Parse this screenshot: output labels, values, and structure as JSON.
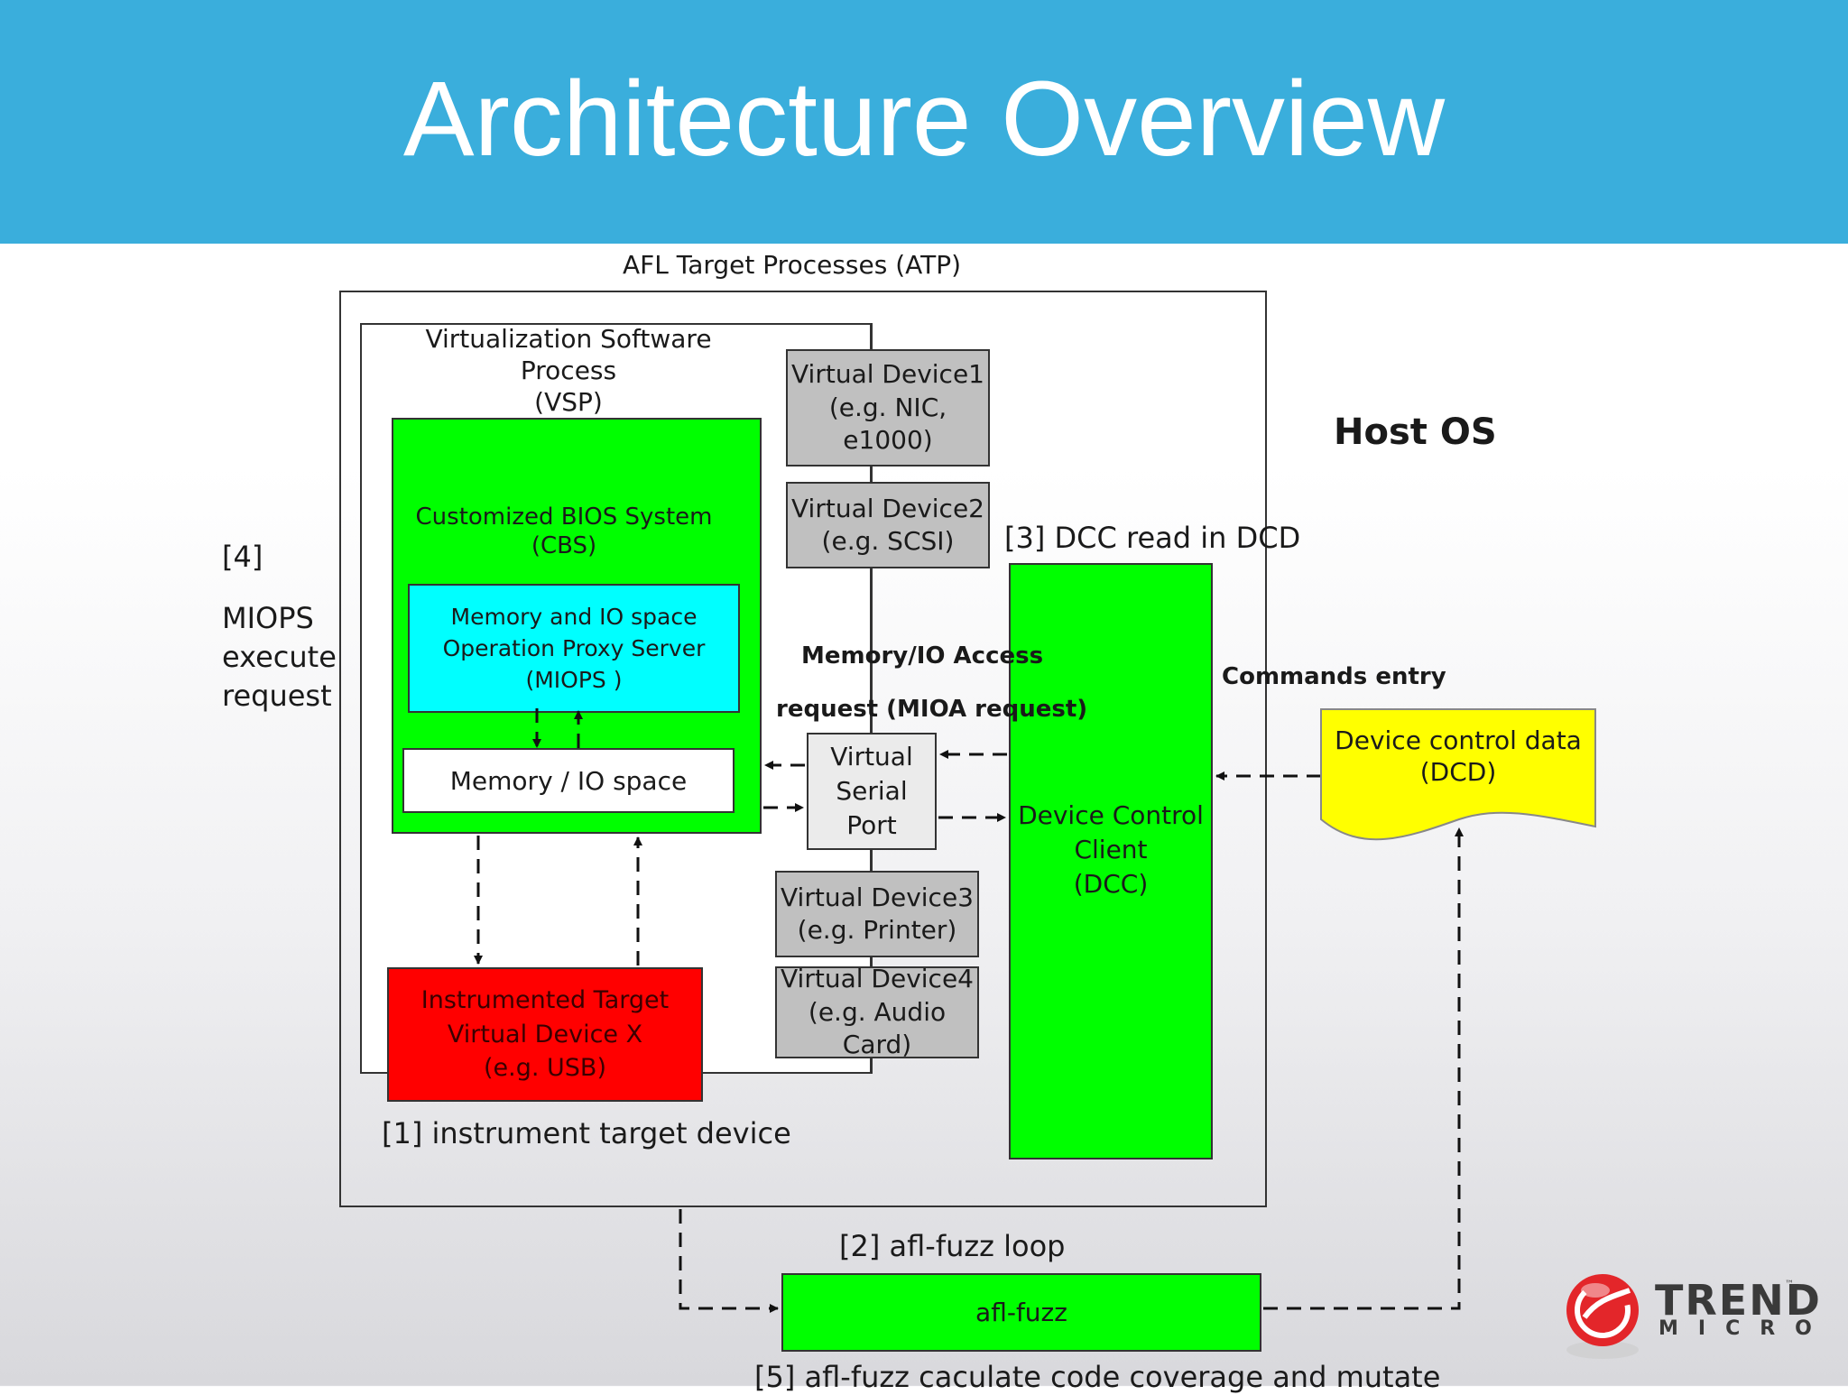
{
  "slide": {
    "title": "Architecture Overview"
  },
  "diagram": {
    "atp_label": "AFL Target Processes (ATP)",
    "vsp_label": "Virtualization Software Process\n(VSP)",
    "cbs_label": "Customized BIOS System\n(CBS)",
    "miops_label": "Memory and IO space\nOperation Proxy Server\n(MIOPS )",
    "memio_label": "Memory / IO space",
    "vd1_label": "Virtual Device1\n(e.g. NIC,\ne1000)",
    "vd2_label": "Virtual Device2\n(e.g. SCSI)",
    "vd3_label": "Virtual Device3\n(e.g. Printer)",
    "vd4_label": "Virtual Device4\n(e.g. Audio\nCard)",
    "vsport_label": "Virtual\nSerial\nPort",
    "target_label": "Instrumented Target\nVirtual Device X\n(e.g. USB)",
    "dcc_label": "Device Control\nClient\n(DCC)",
    "dcd_label": "Device control data\n(DCD)",
    "afl_fuzz_label": "afl-fuzz",
    "host_os_label": "Host OS",
    "step3_label": "[3] DCC read in DCD",
    "mioa_line1": "Memory/IO Access",
    "mioa_line2": "request (MIOA request)",
    "commands_entry": "Commands entry",
    "step4_num": "[4]",
    "step4_text": "MIOPS\nexecute\nrequest",
    "step1_label": "[1] instrument target device",
    "step2_label": "[2] afl-fuzz loop",
    "step5_label": "[5] afl-fuzz caculate code coverage and mutate"
  },
  "logo": {
    "line1": "TREND",
    "line2": "MICRO",
    "tm": "™"
  },
  "colors": {
    "banner": "#3aaedc",
    "green": "#00ff00",
    "cyan": "#00ffff",
    "red": "#ff0000",
    "yellow": "#ffff00",
    "gray": "#c0c0c0"
  }
}
